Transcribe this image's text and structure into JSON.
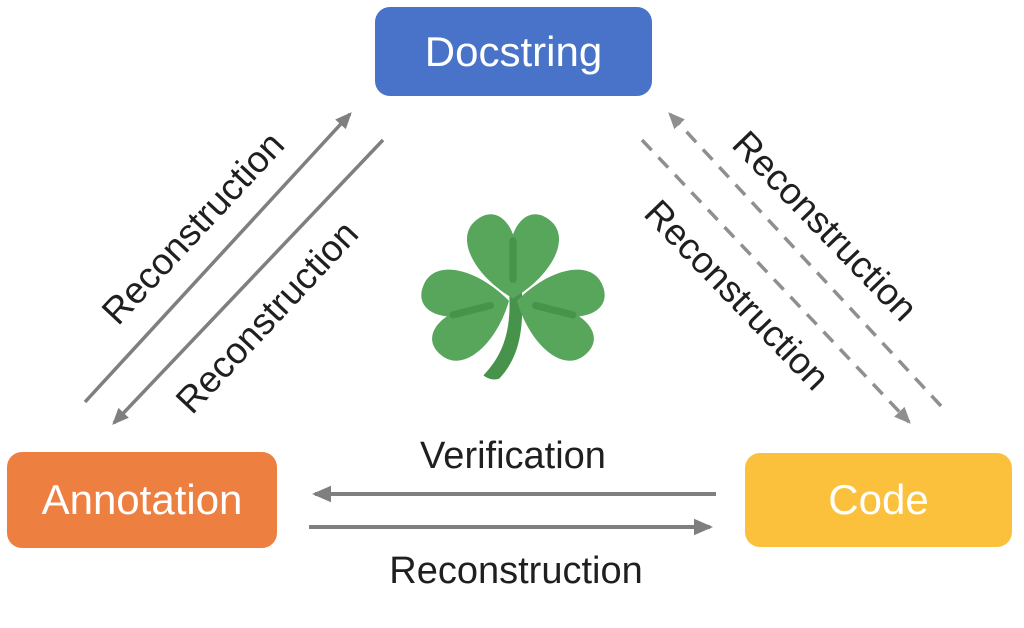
{
  "figure": {
    "nodes": {
      "docstring": {
        "label": "Docstring",
        "color": "#4973C8",
        "text_color": "#FFFFFF"
      },
      "annotation": {
        "label": "Annotation",
        "color": "#ED8041",
        "text_color": "#FFFFFF"
      },
      "code": {
        "label": "Code",
        "color": "#FBC13C",
        "text_color": "#FFFFFF"
      }
    },
    "edges": [
      {
        "from": "Annotation",
        "to": "Docstring",
        "label": "Reconstruction",
        "line": "solid"
      },
      {
        "from": "Docstring",
        "to": "Annotation",
        "label": "Reconstruction",
        "line": "solid"
      },
      {
        "from": "Code",
        "to": "Docstring",
        "label": "Reconstruction",
        "line": "dashed"
      },
      {
        "from": "Docstring",
        "to": "Code",
        "label": "Reconstruction",
        "line": "dashed"
      },
      {
        "from": "Code",
        "to": "Annotation",
        "label": "Verification",
        "line": "solid"
      },
      {
        "from": "Annotation",
        "to": "Code",
        "label": "Reconstruction",
        "line": "solid"
      }
    ],
    "center_icon": {
      "name": "shamrock-icon",
      "leaf_color": "#57A65C",
      "vein_color": "#47934C"
    },
    "colors": {
      "solid_arrow": "#7F7F7F",
      "dashed_arrow": "#8F8F8F",
      "edge_label_text": "#1F1F1F",
      "background": "#FFFFFF"
    }
  }
}
